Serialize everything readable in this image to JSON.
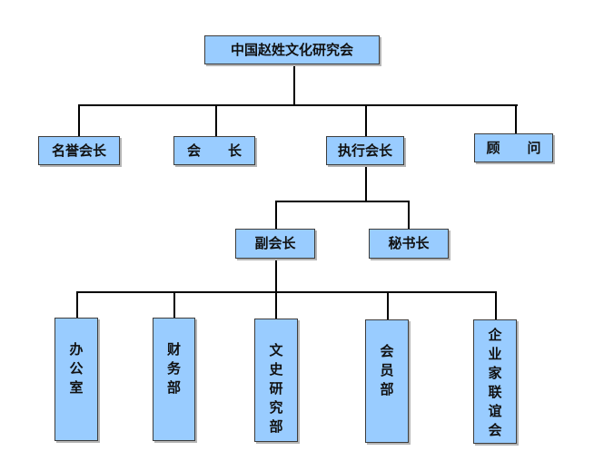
{
  "chart": {
    "root": "中国赵姓文化研究会",
    "tier1": {
      "honorary_president": "名誉会长",
      "president": "会　　长",
      "executive_president": "执行会长",
      "advisor": "顾　　问"
    },
    "tier2": {
      "vice_president": "副会长",
      "secretary_general": "秘书长"
    },
    "departments": {
      "office": "办\n公\n室",
      "finance": "财\n务\n部",
      "culture_history": "文\n史\n研\n究\n部",
      "membership": "会\n员\n部",
      "entrepreneurs": "企\n业\n家\n联\n谊\n会"
    }
  }
}
